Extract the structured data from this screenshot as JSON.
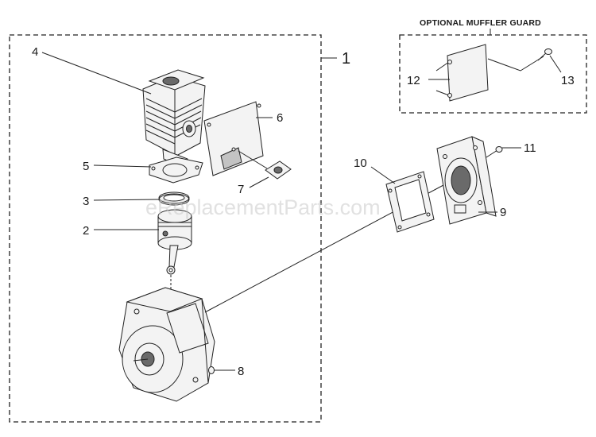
{
  "optional_guard_title": "OPTIONAL MUFFLER GUARD",
  "assembly_label": "1",
  "callouts": {
    "p2": "2",
    "p3": "3",
    "p4": "4",
    "p5": "5",
    "p6": "6",
    "p7": "7",
    "p8": "8",
    "p9": "9",
    "p10": "10",
    "p11": "11",
    "p12": "12",
    "p13": "13"
  },
  "watermark": "eReplacementParts.com"
}
